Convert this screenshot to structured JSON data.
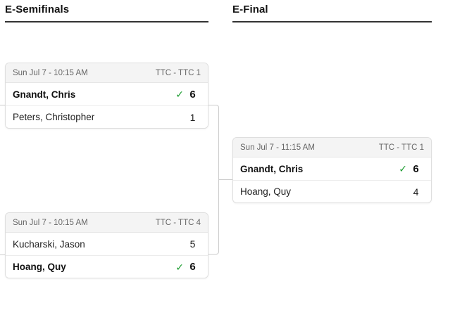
{
  "columns": [
    {
      "title": "E-Semifinals",
      "matches": [
        {
          "datetime": "Sun Jul 7 - 10:15 AM",
          "venue": "TTC - TTC 1",
          "players": [
            {
              "name": "Gnandt, Chris",
              "score": "6",
              "winner": true
            },
            {
              "name": "Peters, Christopher",
              "score": "1",
              "winner": false
            }
          ]
        },
        {
          "datetime": "Sun Jul 7 - 10:15 AM",
          "venue": "TTC - TTC 4",
          "players": [
            {
              "name": "Kucharski, Jason",
              "score": "5",
              "winner": false
            },
            {
              "name": "Hoang, Quy",
              "score": "6",
              "winner": true
            }
          ]
        }
      ]
    },
    {
      "title": "E-Final",
      "matches": [
        {
          "datetime": "Sun Jul 7 - 11:15 AM",
          "venue": "TTC - TTC 1",
          "players": [
            {
              "name": "Gnandt, Chris",
              "score": "6",
              "winner": true
            },
            {
              "name": "Hoang, Quy",
              "score": "4",
              "winner": false
            }
          ]
        }
      ]
    }
  ],
  "icons": {
    "check": "✓"
  },
  "colors": {
    "winner_check_green": "#1a9c2e",
    "connector_gray": "#cccccc",
    "header_underline": "#333333",
    "card_header_bg": "#f4f4f4"
  }
}
